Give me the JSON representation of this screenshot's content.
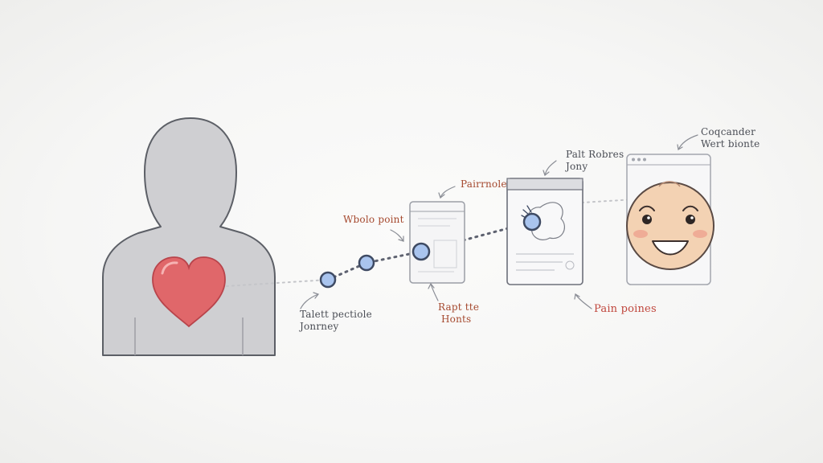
{
  "labels": {
    "journey_line1": "Talett pectiole",
    "journey_line2": "Jonrney",
    "touch_point": "Wbolo point",
    "pairrnole": "Pairrnole",
    "rapt_line1": "Rapt tte",
    "rapt_line2": "Honts",
    "palt_line1": "Palt Robres",
    "palt_line2": "Jony",
    "pain_points": "Pain poines",
    "cong_line1": "Coqcander",
    "cong_line2": "Wert bionte"
  },
  "colors": {
    "silhouette": "#cfcfd2",
    "heart": "#e0676a",
    "node_fill": "#a9c4ee",
    "node_ring": "#3e4a63",
    "label_dark": "#4a4d55",
    "label_accent": "#a5492f",
    "label_red": "#c0463c",
    "face": "#f3d2b3"
  },
  "icons": {
    "person": "person-silhouette-icon",
    "heart": "heart-icon",
    "face": "smiling-face-icon"
  }
}
